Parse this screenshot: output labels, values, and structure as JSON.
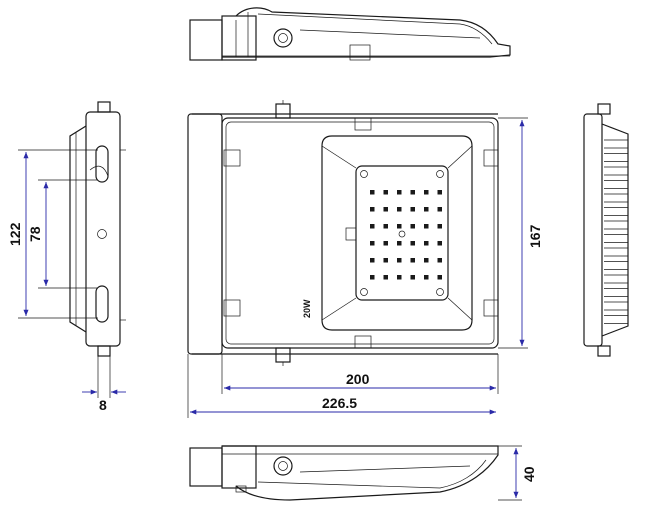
{
  "dimensions": {
    "width_inner": "200",
    "width_outer": "226.5",
    "height": "167",
    "bracket_outer": "122",
    "bracket_inner": "78",
    "bracket_thickness": "8",
    "depth": "40"
  },
  "housing_marking": "20W",
  "led_grid": {
    "rows": 6,
    "cols": 6
  }
}
